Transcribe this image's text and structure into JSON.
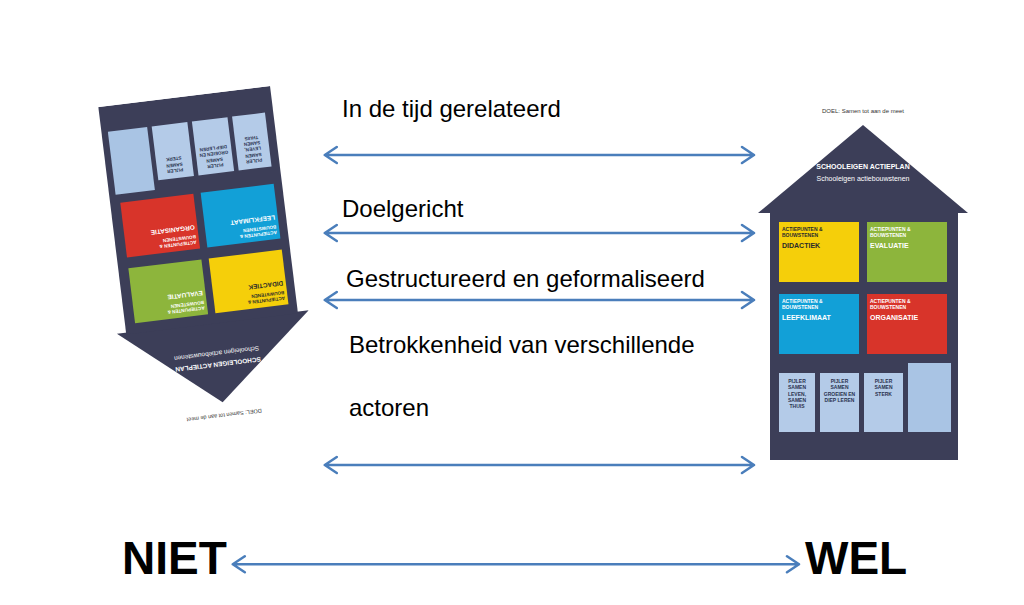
{
  "diagram": {
    "nodes": [
      {
        "text": [
          "DOEL: Samen tot aan de meet",
          "SCHOOLEIGEN ACTIEPLAN",
          "Schooleigen actiebouwstenen"
        ]
      },
      {
        "text": [
          "ACTIEPUNTEN & BOUWSTENEN",
          "DIDACTIEK"
        ],
        "in": 0
      },
      {
        "text": [
          "ACTIEPUNTEN & BOUWSTENEN",
          "EVALUATIE"
        ],
        "in": 0
      },
      {
        "text": [
          "ACTIEPUNTEN & BOUWSTENEN",
          "LEEFKLIMAAT"
        ],
        "in": 0
      },
      {
        "text": [
          "ACTIEPUNTEN & BOUWSTENEN",
          "ORGANISATIE"
        ],
        "in": 0
      },
      {
        "text": [
          "PIJLER SAMEN LEVEN, SAMEN THUIS"
        ],
        "in": 0
      },
      {
        "text": [
          "PIJLER SAMEN GROEIEN EN DIEP LEREN"
        ],
        "in": 0
      },
      {
        "text": [
          "PIJLER SAMEN STERK"
        ],
        "in": 0
      },
      {
        "text": [
          "DOEL: Samen tot aan de meet",
          "SCHOOLEIGEN ACTIEPLAN",
          "Schooleigen actiebouwstenen"
        ]
      },
      {
        "text": [
          "ACTIEPUNTEN & BOUWSTENEN",
          "DIDACTIEK"
        ],
        "in": 8
      },
      {
        "text": [
          "ACTIEPUNTEN & BOUWSTENEN",
          "EVALUATIE"
        ],
        "in": 8
      },
      {
        "text": [
          "ACTIEPUNTEN & BOUWSTENEN",
          "LEEFKLIMAAT"
        ],
        "in": 8
      },
      {
        "text": [
          "ACTIEPUNTEN & BOUWSTENEN",
          "ORGANISATIE"
        ],
        "in": 8
      },
      {
        "text": [
          "PIJLER SAMEN LEVEN, SAMEN THUIS"
        ],
        "in": 8
      },
      {
        "text": [
          "PIJLER SAMEN GROEIEN EN DIEP LEREN"
        ],
        "in": 8
      },
      {
        "text": [
          "PIJLER SAMEN STERK"
        ],
        "in": 8
      },
      {
        "text": [
          "NIET"
        ]
      },
      {
        "text": [
          "WEL"
        ]
      }
    ],
    "edges": [
      {
        "from": 0,
        "to": 8,
        "label": "In de tijd gerelateerd",
        "arrow": "both"
      },
      {
        "from": 0,
        "to": 8,
        "label": "Doelgericht",
        "arrow": "both"
      },
      {
        "from": 0,
        "to": 8,
        "label": "Gestructureerd en geformaliseerd",
        "arrow": "both"
      },
      {
        "from": 0,
        "to": 8,
        "label": "Betrokkenheid van verschillende actoren",
        "arrow": "both"
      },
      {
        "from": 16,
        "to": 17,
        "arrow": "both"
      }
    ]
  }
}
